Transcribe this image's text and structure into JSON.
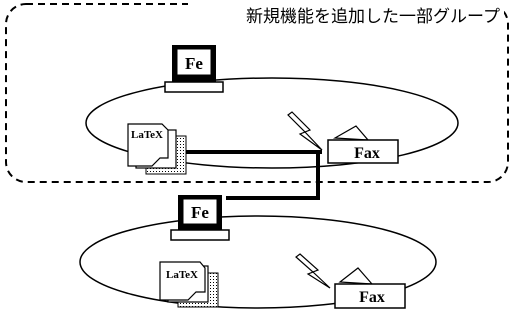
{
  "caption": "新規機能を追加した一部グループ",
  "groups": [
    {
      "terminal_label": "Fe",
      "document_label": "LaTeX",
      "fax_label": "Fax"
    },
    {
      "terminal_label": "Fe",
      "document_label": "LaTeX",
      "fax_label": "Fax"
    }
  ],
  "colors": {
    "ink": "#000000",
    "paper": "#ffffff",
    "screen_fill": "#d4d4d4",
    "fold_fill": "#bdbdbd"
  }
}
